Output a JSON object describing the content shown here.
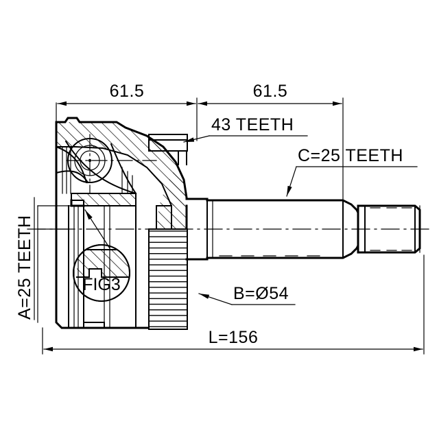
{
  "drawing": {
    "type": "cv-joint-technical-drawing",
    "view": "cross-section",
    "background_color": "#ffffff",
    "line_color": "#000000"
  },
  "dimensions": {
    "top_left": {
      "value": "61.5",
      "name": "outer-joint-length"
    },
    "top_right": {
      "value": "61.5",
      "name": "shaft-length"
    },
    "bottom_total": {
      "value": "L=156",
      "name": "overall-length"
    }
  },
  "labels": {
    "abs_ring": {
      "text": "43 TEETH",
      "name": "abs-ring-teeth"
    },
    "outer_spline": {
      "text": "C=25 TEETH",
      "name": "outer-shaft-spline-teeth"
    },
    "inner_spline": {
      "text": "A=25 TEETH",
      "name": "inner-spline-teeth"
    },
    "bell_diameter": {
      "text": "B=Ø54",
      "name": "bell-outer-diameter"
    },
    "detail_callout": {
      "text": "FIG3",
      "name": "detail-fig3"
    }
  },
  "annotations": {
    "centerline": "axis-centerline",
    "hatching": "section-hatching"
  }
}
